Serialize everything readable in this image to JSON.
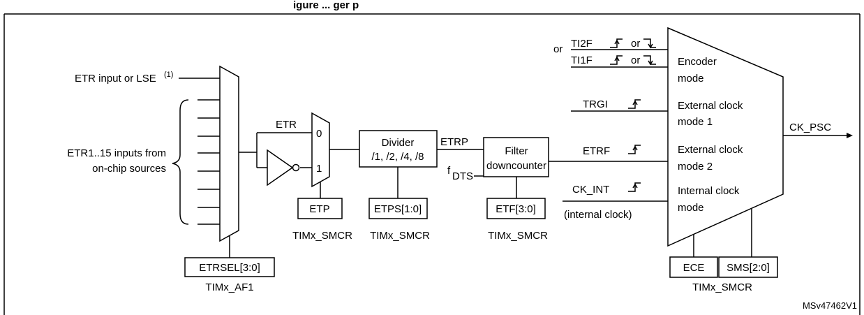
{
  "figure": {
    "title_partial": "igure ... ger p",
    "figure_id": "MSv47462V1"
  },
  "inputs": {
    "etr_input": "ETR input or LSE",
    "etr_input_note": "(1)",
    "etr_sources_line1": "ETR1..15 inputs from",
    "etr_sources_line2": "on-chip sources"
  },
  "etr_mux": {
    "etrsel_box": "ETRSEL[3:0]",
    "etrsel_reg": "TIMx_AF1"
  },
  "polarity": {
    "etr_label": "ETR",
    "mux_in0": "0",
    "mux_in1": "1",
    "etp_box": "ETP",
    "etp_reg": "TIMx_SMCR"
  },
  "divider": {
    "line1": "Divider",
    "line2": "/1, /2, /4, /8",
    "etps_box": "ETPS[1:0]",
    "etps_reg": "TIMx_SMCR",
    "output_label": "ETRP"
  },
  "filter": {
    "line1": "Filter",
    "line2": "downcounter",
    "fdts_main": "f",
    "fdts_sub": "DTS",
    "etf_box": "ETF[3:0]",
    "etf_reg": "TIMx_SMCR"
  },
  "mode_mux": {
    "or_left": "or",
    "ti2f": "TI2F",
    "ti1f": "TI1F",
    "or_1": "or",
    "or_2": "or",
    "trgi": "TRGI",
    "etrf": "ETRF",
    "ck_int": "CK_INT",
    "internal_clock": "(internal clock)",
    "encoder_1": "Encoder",
    "encoder_2": "mode",
    "ext1_1": "External clock",
    "ext1_2": "mode 1",
    "ext2_1": "External clock",
    "ext2_2": "mode 2",
    "int_1": "Internal clock",
    "int_2": "mode",
    "ece_box": "ECE",
    "sms_box": "SMS[2:0]",
    "reg": "TIMx_SMCR",
    "output": "CK_PSC"
  }
}
